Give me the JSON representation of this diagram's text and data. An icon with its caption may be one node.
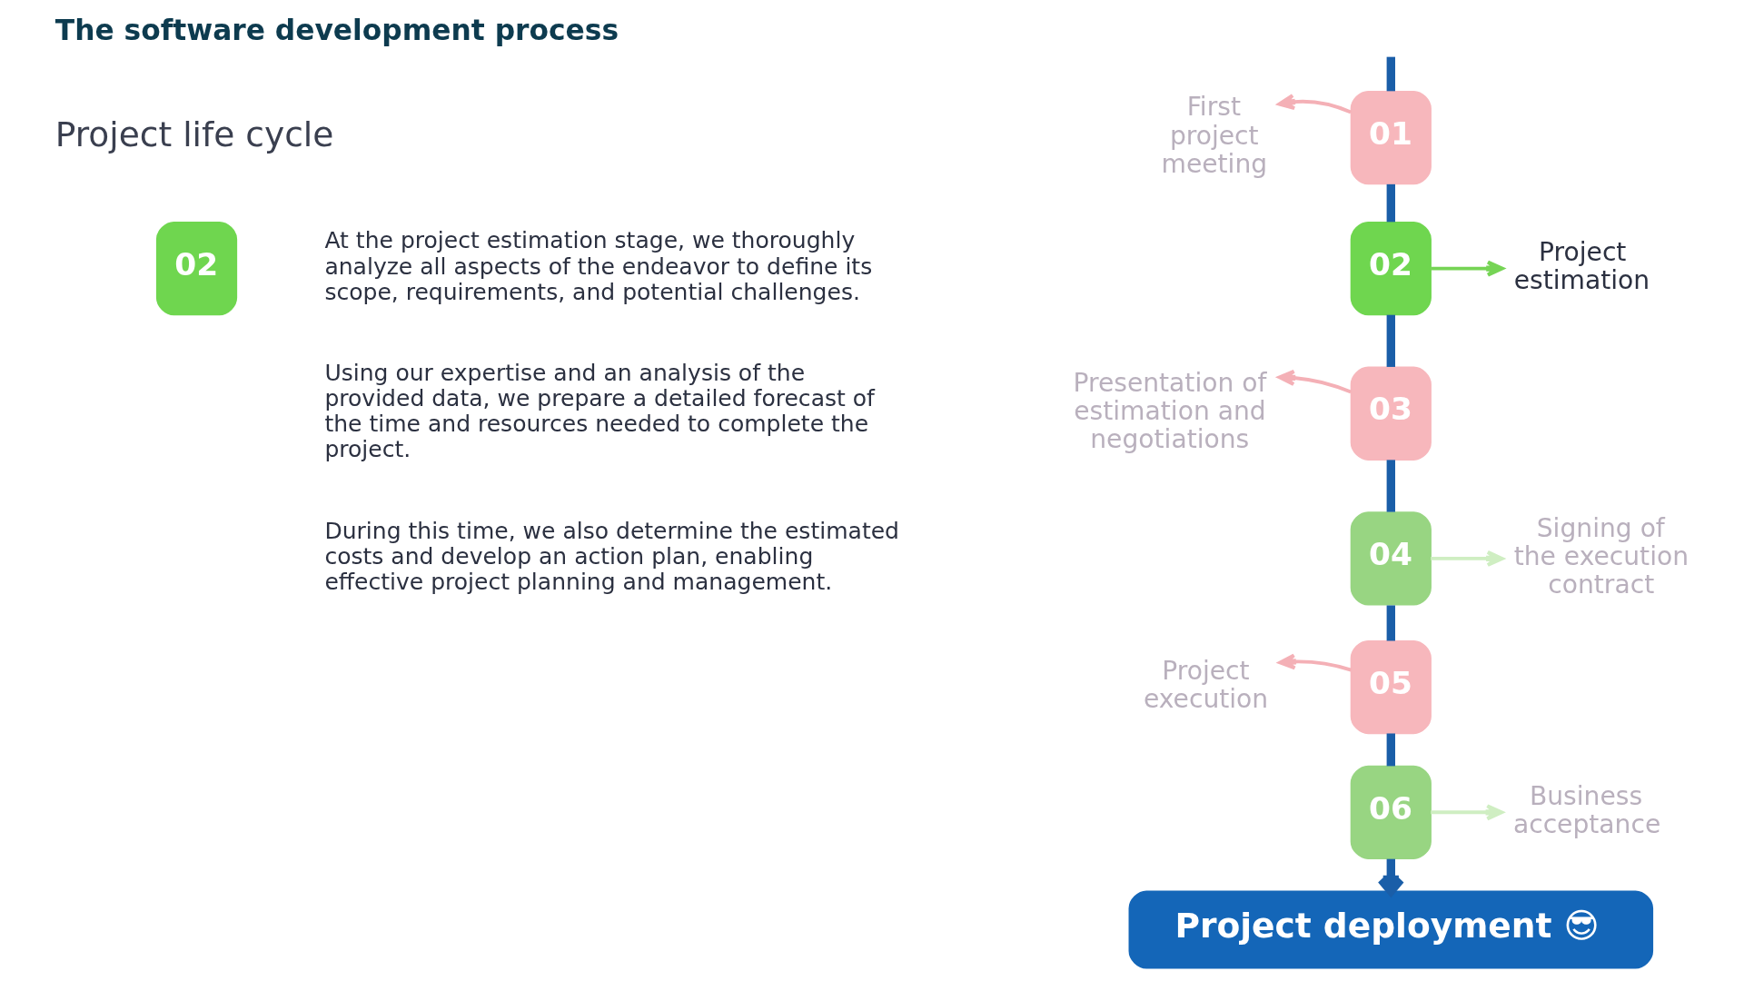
{
  "diagram": {
    "title": "The software development process",
    "nodes": [
      {
        "text": [
          "02"
        ],
        "beside": [
          "At the project estimation stage, we thoroughly analyze all aspects of the endeavor to define its scope, requirements, and potential challenges.",
          "Using our expertise and an analysis of the provided data, we prepare a detailed forecast of the time and resources needed to complete the project.",
          "During this time, we also determine the estimated costs and develop an action plan, enabling effective project planning and management."
        ]
      },
      {
        "text": [
          "01"
        ]
      },
      {
        "text": [
          "First project meeting"
        ]
      },
      {
        "text": [
          "02"
        ]
      },
      {
        "text": [
          "Project estimation"
        ]
      },
      {
        "text": [
          "03"
        ]
      },
      {
        "text": [
          "Presentation of estimation and negotiations"
        ]
      },
      {
        "text": [
          "04"
        ]
      },
      {
        "text": [
          "Signing of the execution contract"
        ]
      },
      {
        "text": [
          "05"
        ]
      },
      {
        "text": [
          "Project execution"
        ]
      },
      {
        "text": [
          "06"
        ]
      },
      {
        "text": [
          "Business acceptance"
        ]
      },
      {
        "text": [
          "Project deployment 😎"
        ]
      }
    ],
    "edges": [
      {
        "from": null,
        "to": 1,
        "arrow": "none"
      },
      {
        "from": 1,
        "to": 3,
        "arrow": "none"
      },
      {
        "from": 3,
        "to": 5,
        "arrow": "none"
      },
      {
        "from": 5,
        "to": 7,
        "arrow": "none"
      },
      {
        "from": 7,
        "to": 9,
        "arrow": "none"
      },
      {
        "from": 9,
        "to": 11,
        "arrow": "none"
      },
      {
        "from": 11,
        "to": 13,
        "arrow": "to"
      },
      {
        "from": 1,
        "to": 2,
        "arrow": "to",
        "color": "#f4b0b6"
      },
      {
        "from": 3,
        "to": 4,
        "arrow": "to",
        "color": "#76d455"
      },
      {
        "from": 5,
        "to": 6,
        "arrow": "to",
        "color": "#f4b0b6"
      },
      {
        "from": 7,
        "to": 8,
        "arrow": "to",
        "color": "#cfeec2"
      },
      {
        "from": 9,
        "to": 10,
        "arrow": "to",
        "color": "#f4b0b6"
      },
      {
        "from": 11,
        "to": 12,
        "arrow": "to",
        "color": "#cfeec2"
      }
    ],
    "labels": [
      "Project life cycle"
    ]
  }
}
